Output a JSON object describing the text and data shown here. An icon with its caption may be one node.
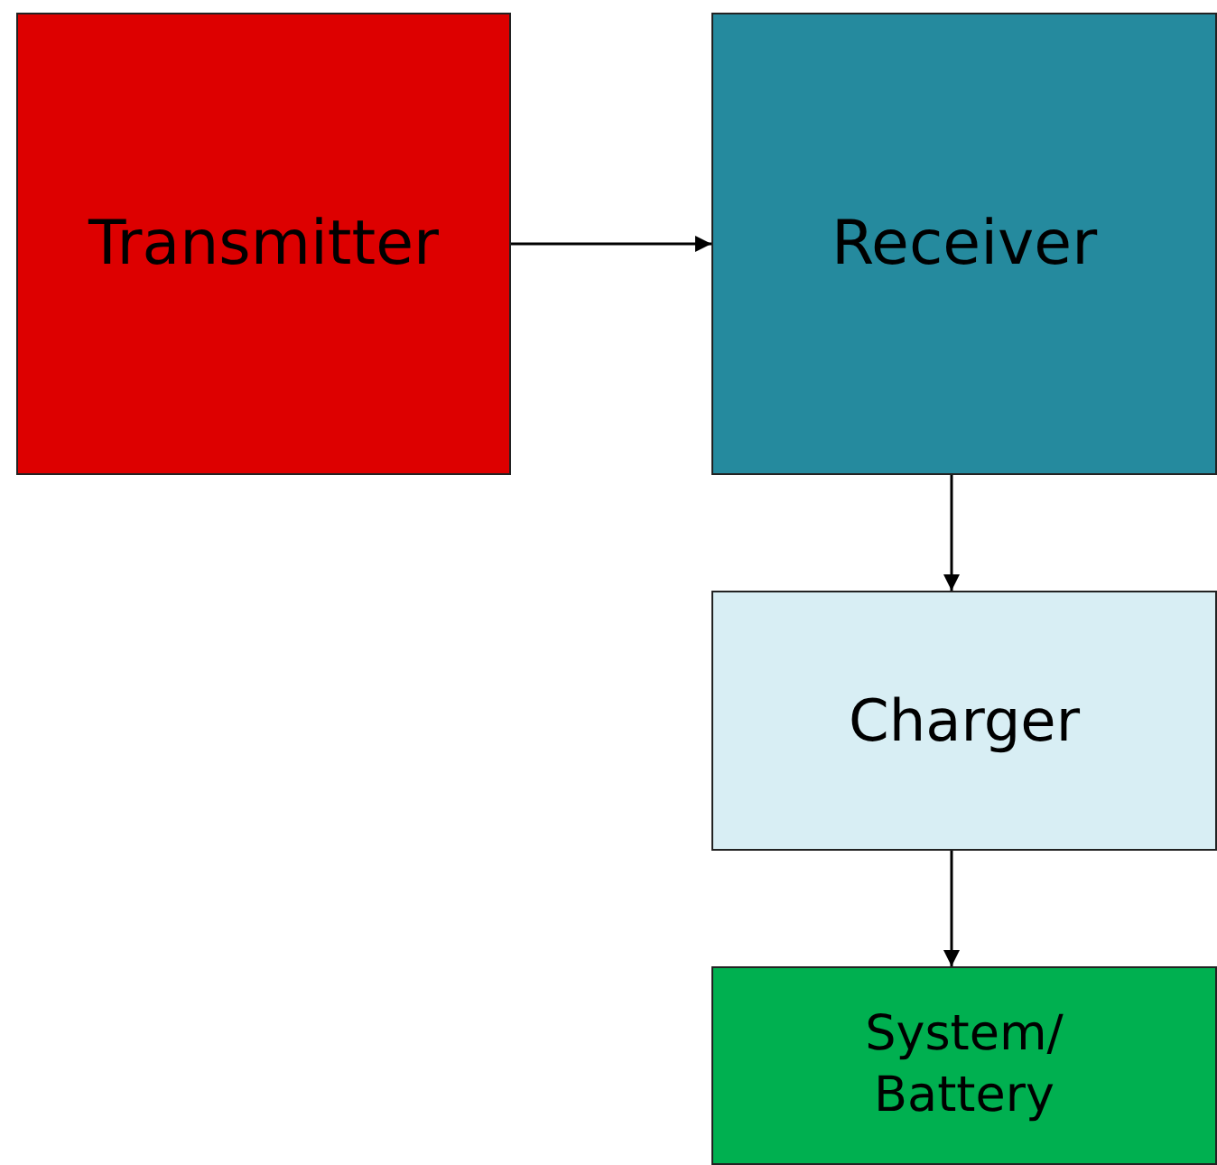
{
  "diagram": {
    "nodes": [
      {
        "text": [
          "Transmitter"
        ]
      },
      {
        "text": [
          "Receiver"
        ]
      },
      {
        "text": [
          "Charger"
        ]
      },
      {
        "text": [
          "System/ Battery"
        ]
      }
    ],
    "edges": [
      {
        "from": 0,
        "to": 1,
        "arrow": "to"
      },
      {
        "from": 1,
        "to": 2,
        "arrow": "to"
      },
      {
        "from": 2,
        "to": 3,
        "arrow": "to"
      }
    ]
  }
}
